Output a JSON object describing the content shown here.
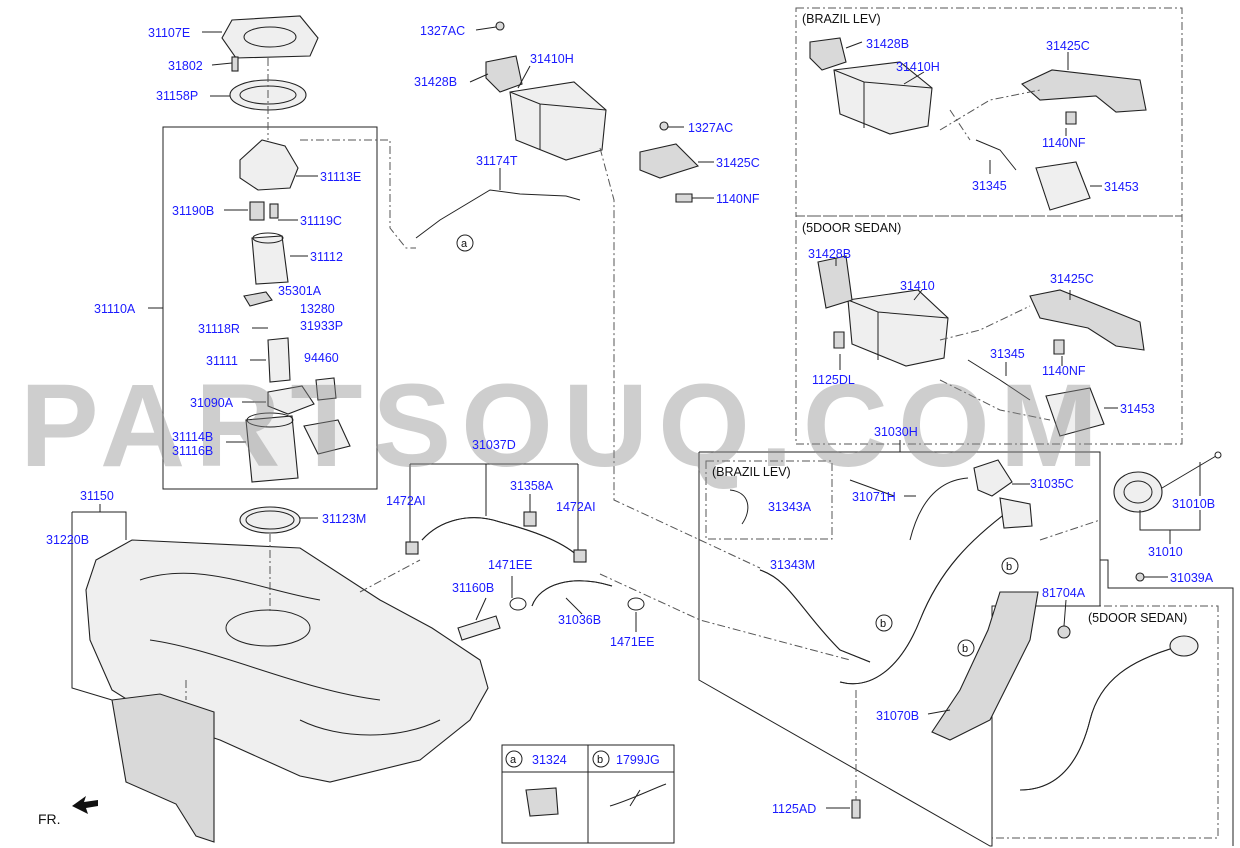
{
  "labels": {
    "p31107E": "31107E",
    "p31802": "31802",
    "p31158P": "31158P",
    "p1327AC_top": "1327AC",
    "p31428B_top": "31428B",
    "p31410H_top": "31410H",
    "p1327AC_mid": "1327AC",
    "p31425C_top": "31425C",
    "p1140NF_top": "1140NF",
    "p31174T": "31174T",
    "p31113E": "31113E",
    "p31190B": "31190B",
    "p31119C": "31119C",
    "p31112": "31112",
    "p31110A": "31110A",
    "p35301A": "35301A",
    "p13280": "13280",
    "p31118R": "31118R",
    "p31933P": "31933P",
    "p31111": "31111",
    "p94460": "94460",
    "p31090A": "31090A",
    "p31114B": "31114B",
    "p31116B": "31116B",
    "p31150": "31150",
    "p31220B": "31220B",
    "p31123M": "31123M",
    "p31037D": "31037D",
    "p1472AI_l": "1472AI",
    "p31358A": "31358A",
    "p1472AI_r": "1472AI",
    "p1471EE_top": "1471EE",
    "p31160B": "31160B",
    "p31036B": "31036B",
    "p1471EE_bot": "1471EE",
    "p31428B_bz": "31428B",
    "p31410H_bz": "31410H",
    "p31425C_bz": "31425C",
    "p1140NF_bz": "1140NF",
    "p31345_bz": "31345",
    "p31453_bz": "31453",
    "p31428B_sd": "31428B",
    "p31410": "31410",
    "p31425C_sd": "31425C",
    "p1125DL": "1125DL",
    "p31345_sd": "31345",
    "p1140NF_sd": "1140NF",
    "p31453_sd": "31453",
    "p31030H": "31030H",
    "p31343A": "31343A",
    "p31071H": "31071H",
    "p31035C": "31035C",
    "p31010B": "31010B",
    "p31010": "31010",
    "p31343M": "31343M",
    "p31039A": "31039A",
    "p81704A": "81704A",
    "p31070B": "31070B",
    "p1125AD": "1125AD",
    "p31324": "31324",
    "p1799JG": "1799JG"
  },
  "boxes": {
    "brazil_lev_top": "(BRAZIL LEV)",
    "five_door_sedan_top": "(5DOOR SEDAN)",
    "brazil_lev_inner": "(BRAZIL LEV)",
    "five_door_sedan_bottom": "(5DOOR SEDAN)"
  },
  "callouts": {
    "a": "a",
    "b": "b"
  },
  "direction": "FR.",
  "watermark": "PARTSOUQ.COM",
  "colors": {
    "label": "#1a1aff",
    "line": "#222222",
    "watermark": "#8a8a8a"
  }
}
